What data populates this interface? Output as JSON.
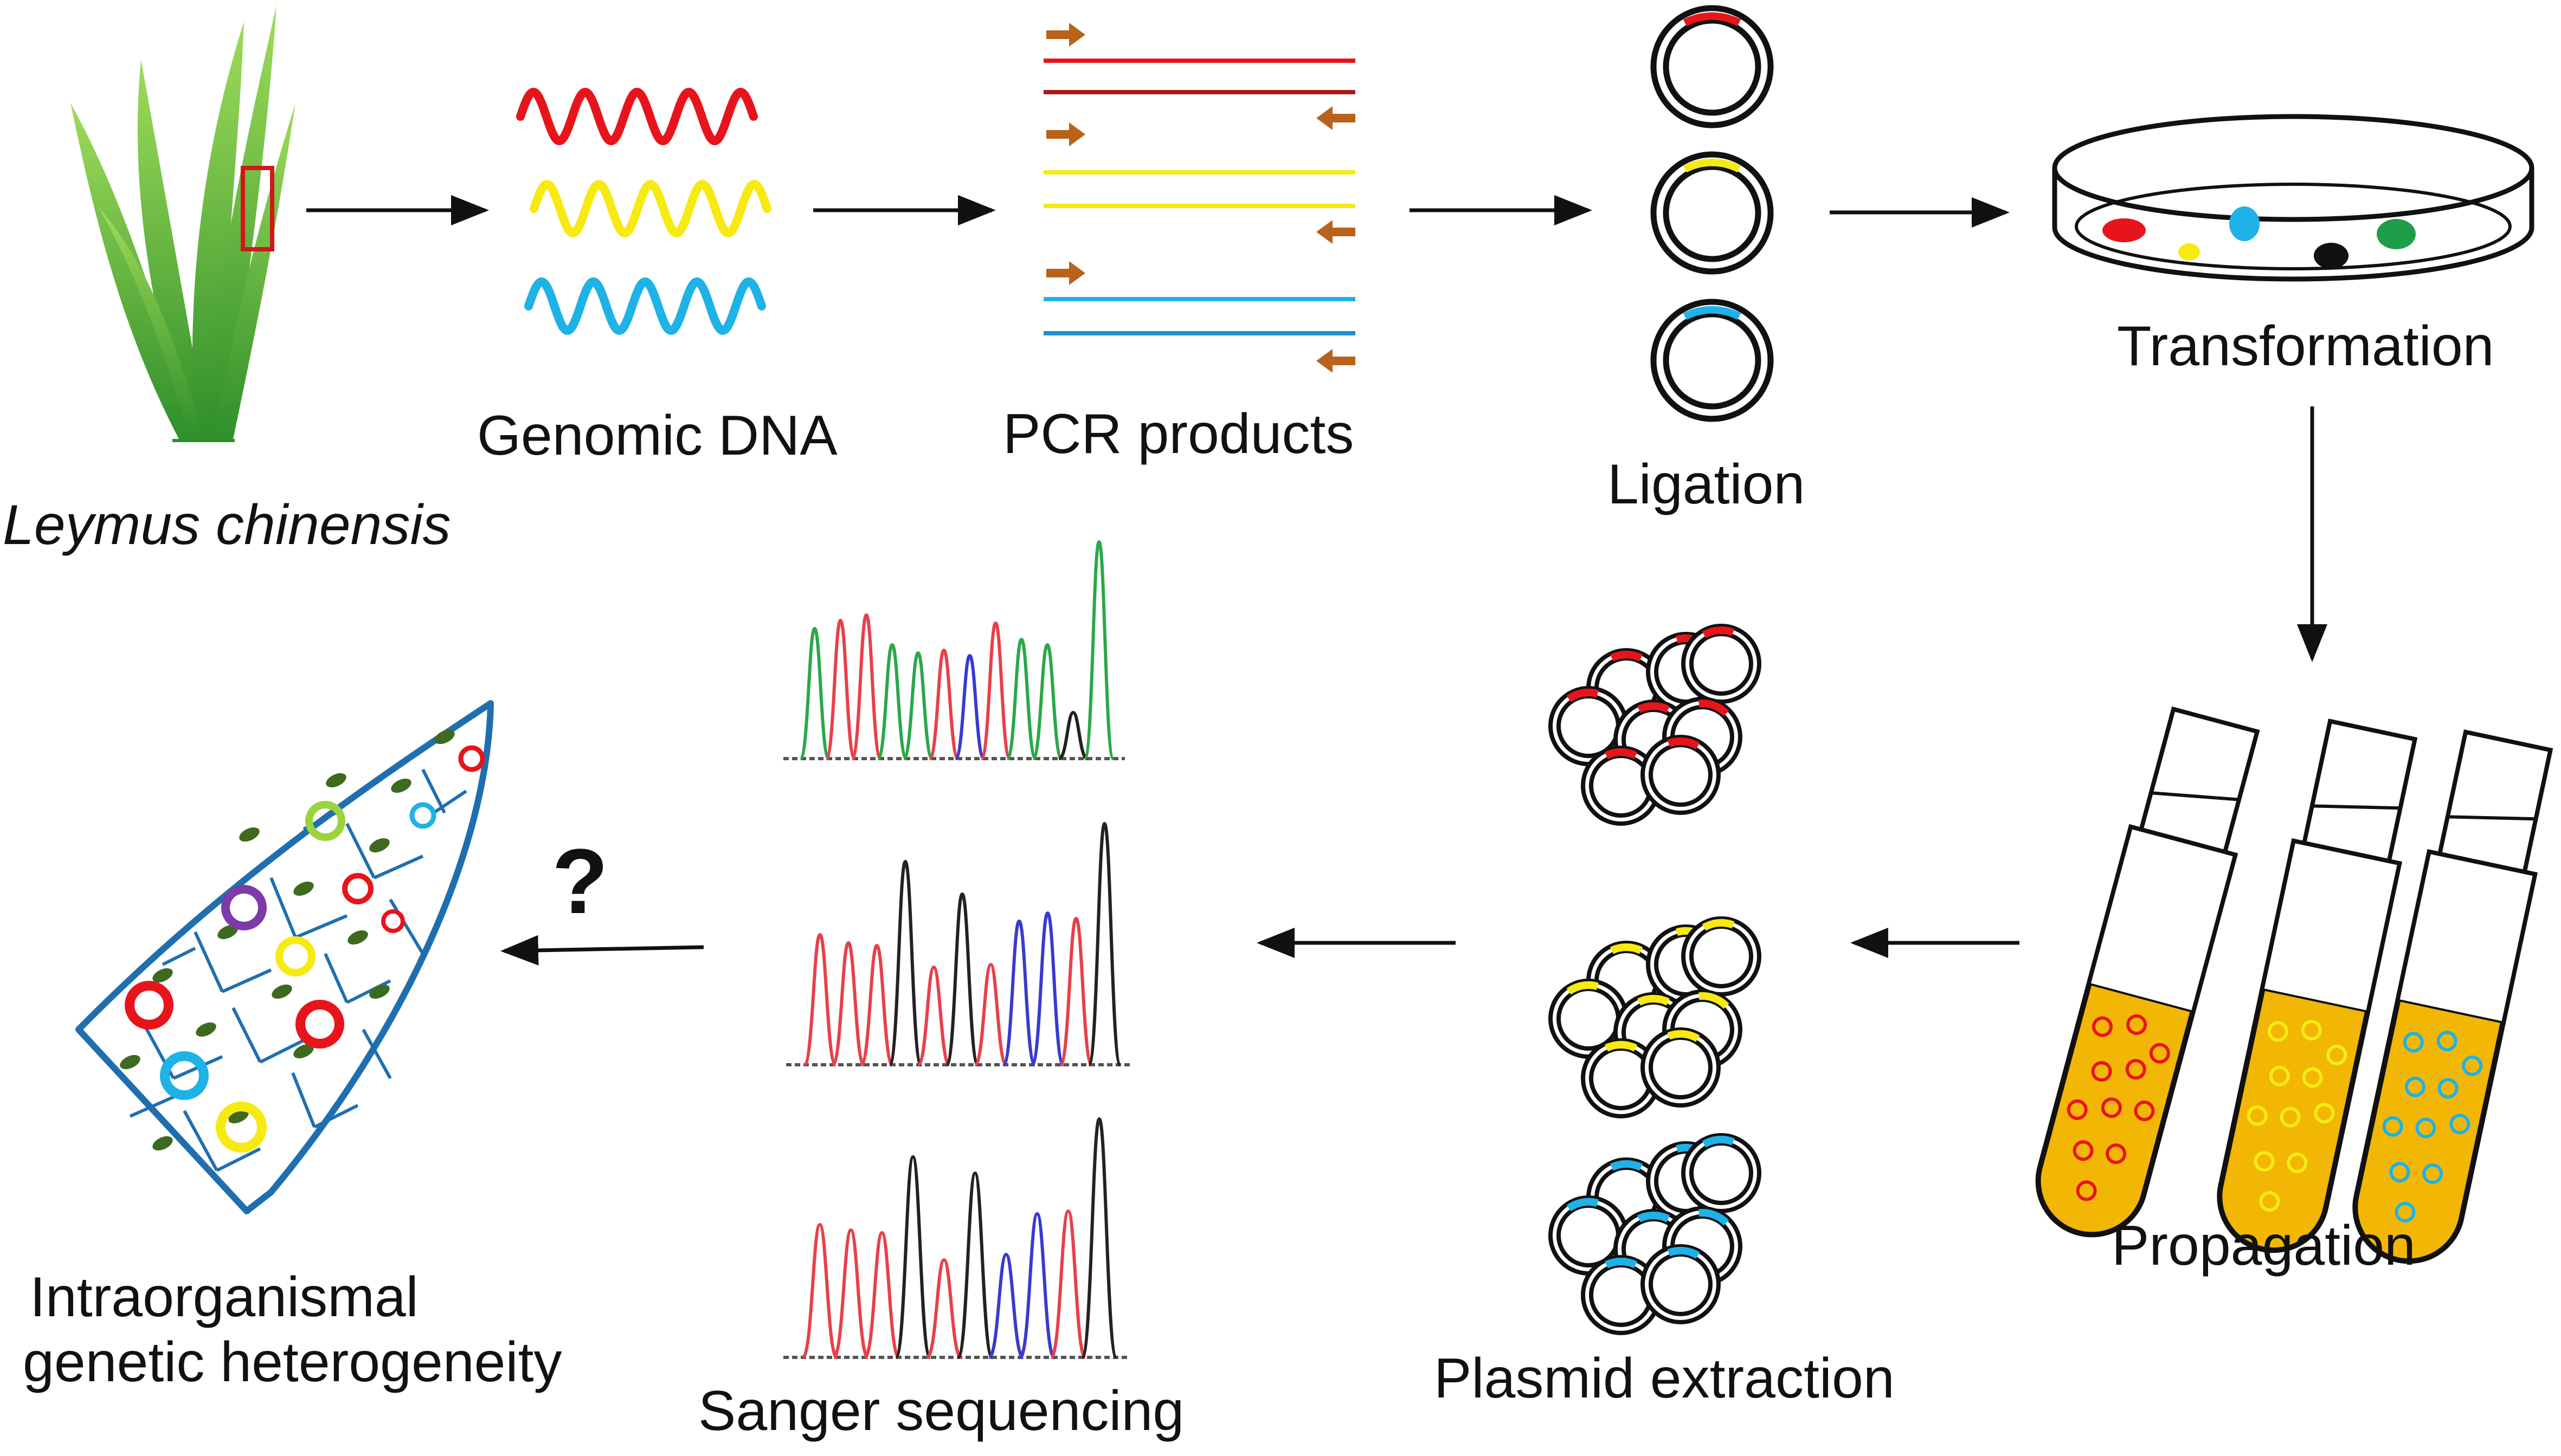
{
  "labels": {
    "species": "Leymus chinensis",
    "genomic_dna": "Genomic DNA",
    "pcr_products": "PCR products",
    "ligation": "Ligation",
    "transformation": "Transformation",
    "propagation": "Propagation",
    "plasmid_extraction": "Plasmid extraction",
    "sanger_sequencing": "Sanger sequencing",
    "heterogeneity_line1": "Intraorganismal",
    "heterogeneity_line2": "genetic heterogeneity",
    "question_mark": "?"
  },
  "colors": {
    "red": "#e8141c",
    "yellow": "#f6ea12",
    "blue": "#1eb2e6",
    "dark_red": "#a51c1c",
    "primer": "#b8621a",
    "grass_dark": "#2f8f2a",
    "grass_light": "#8ed14f",
    "culture": "#f2b705",
    "cell_outline": "#1f6fb0",
    "trace_green": "#2aa84a",
    "trace_red": "#e8404a",
    "trace_blue": "#3a3ad0",
    "trace_black": "#222222"
  }
}
